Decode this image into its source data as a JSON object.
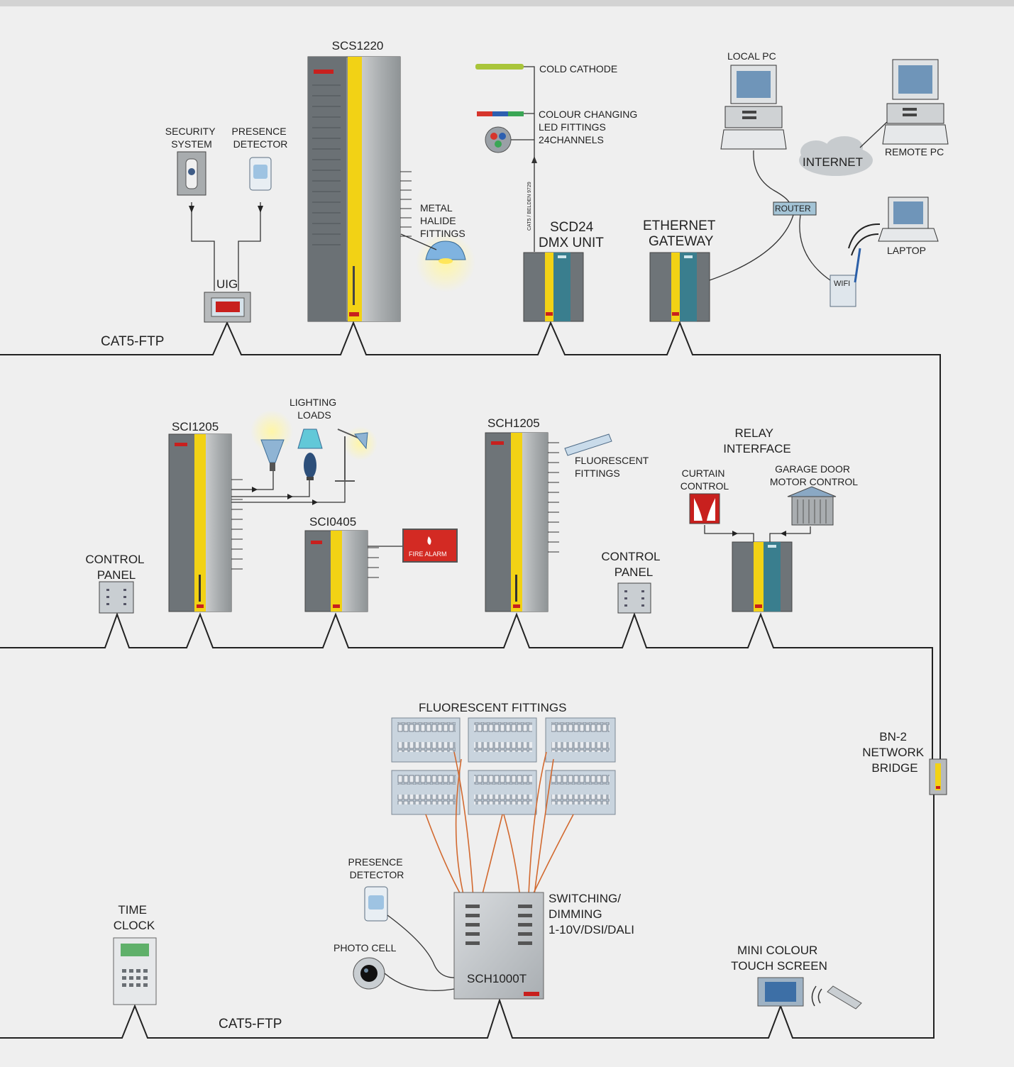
{
  "labels": {
    "scs1220": "SCS1220",
    "cold_cathode": "COLD CATHODE",
    "colour_changing": [
      "COLOUR CHANGING",
      "LED FITTINGS",
      "24CHANNELS"
    ],
    "local_pc": "LOCAL PC",
    "remote_pc": "REMOTE PC",
    "internet": "INTERNET",
    "router": "ROUTER",
    "laptop": "LAPTOP",
    "wifi": "WIFI",
    "security_system": [
      "SECURITY",
      "SYSTEM"
    ],
    "presence_detector_top": [
      "PRESENCE",
      "DETECTOR"
    ],
    "metal_halide": [
      "METAL",
      "HALIDE",
      "FITTINGS"
    ],
    "scd24": [
      "SCD24",
      "DMX UNIT"
    ],
    "ethernet_gateway": [
      "ETHERNET",
      "GATEWAY"
    ],
    "uig": "UIG",
    "cat5_top": "CAT5-FTP",
    "lighting_loads": [
      "LIGHTING",
      "LOADS"
    ],
    "sci1205": "SCI1205",
    "sch1205": "SCH1205",
    "fluorescent_fittings_mid": [
      "FLUORESCENT",
      "FITTINGS"
    ],
    "relay_interface": [
      "RELAY",
      "INTERFACE"
    ],
    "curtain_control": [
      "CURTAIN",
      "CONTROL"
    ],
    "garage_door": [
      "GARAGE DOOR",
      "MOTOR CONTROL"
    ],
    "sci0405": "SCI0405",
    "fire_alarm": "FIRE ALARM",
    "control_panel_left": [
      "CONTROL",
      "PANEL"
    ],
    "control_panel_right": [
      "CONTROL",
      "PANEL"
    ],
    "fluorescent_fittings_bottom": "FLUORESCENT FITTINGS",
    "bn2": [
      "BN-2",
      "NETWORK",
      "BRIDGE"
    ],
    "presence_detector_bottom": [
      "PRESENCE",
      "DETECTOR"
    ],
    "switching": [
      "SWITCHING/",
      "DIMMING",
      "1-10V/DSI/DALI"
    ],
    "photo_cell": "PHOTO CELL",
    "sch1000t": "SCH1000T",
    "time_clock": [
      "TIME",
      "CLOCK"
    ],
    "cat5_bottom": "CAT5-FTP",
    "mini_touch": [
      "MINI COLOUR",
      "TOUCH SCREEN"
    ],
    "cable_vertical": "CAT5 / BELDEN 9729"
  },
  "colors": {
    "background": "#efefef",
    "top_strip": "#d3d3d3",
    "module_yellow": "#f2d215",
    "module_grey": "#9fa3a6",
    "module_dark": "#6e7478",
    "module_teal": "#3a7e8e",
    "led_red": "#c8201e",
    "wire": "#222222",
    "orange_wire": "#d2692f"
  }
}
